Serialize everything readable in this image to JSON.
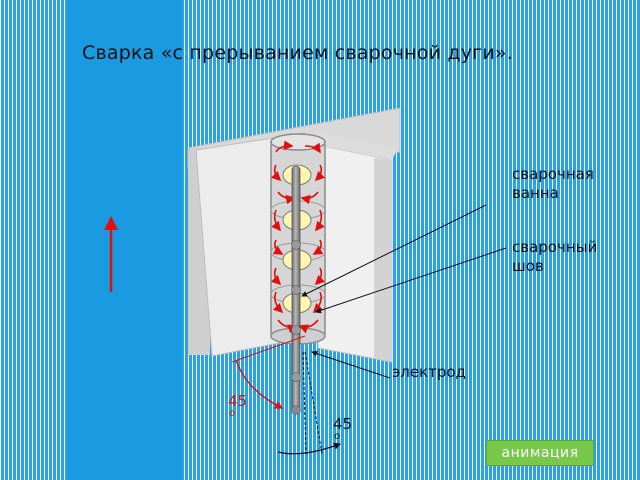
{
  "title": "Сварка «с прерыванием сварочной дуги».",
  "labels": {
    "weld_pool_line1": "сварочная",
    "weld_pool_line2": "ванна",
    "weld_seam_line1": "сварочный",
    "weld_seam_line2": "шов",
    "electrode": "электрод"
  },
  "angles": {
    "red_value": "45",
    "red_unit": "о",
    "black_value": "45",
    "black_unit": "о"
  },
  "animation_button": "анимация",
  "colors": {
    "arrow_red": "#e01010",
    "plate": "#e6e6e6",
    "plate_edge": "#bdbdbd",
    "electrode": "#8a8a8a",
    "pool": "#fff6b0",
    "button": "#78c84a"
  }
}
